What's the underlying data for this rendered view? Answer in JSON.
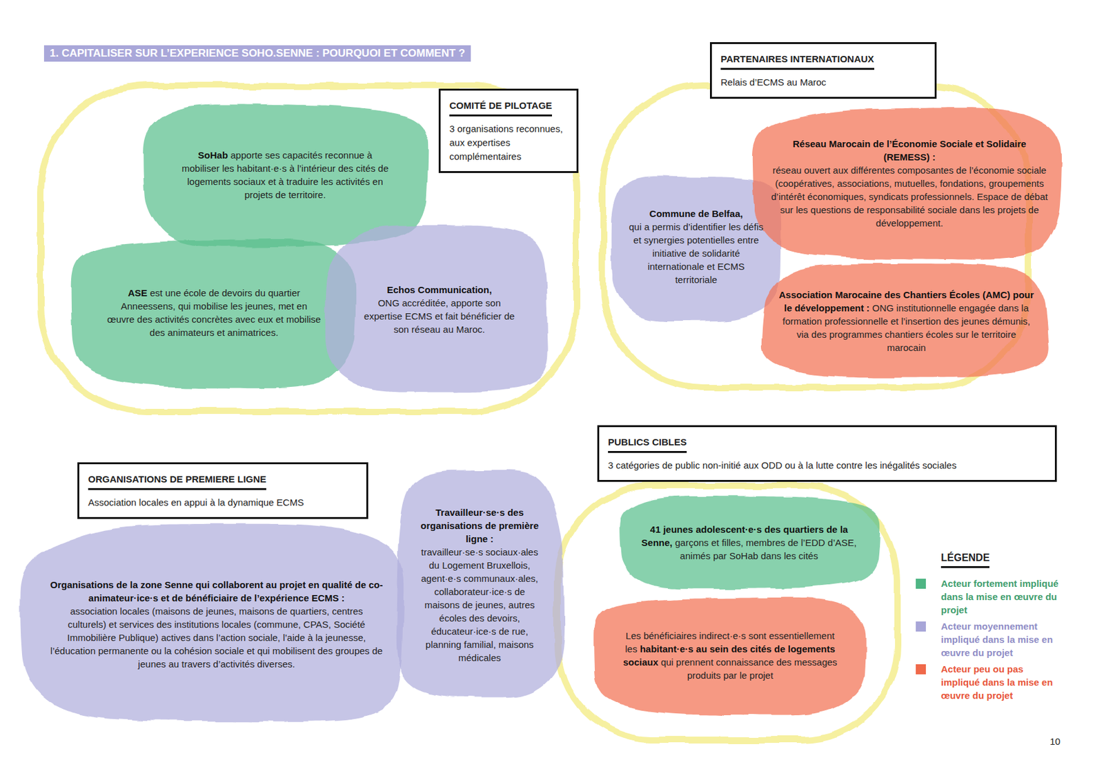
{
  "diagram": {
    "title": "1. CAPITALISER SUR L’EXPERIENCE SOHO.SENNE : POURQUOI ET COMMENT ?",
    "nodes": [
      {
        "text": [
          "COMITÉ DE PILOTAGE",
          "3 organisations reconnues, aux expertises complémentaires"
        ]
      },
      {
        "text": [
          "SoHab",
          "apporte ses capacités reconnue à mobiliser les habitant·e·s à l’intérieur des cités de logements sociaux et à traduire les activités en projets de territoire."
        ]
      },
      {
        "text": [
          "ASE",
          "est une école de devoirs du quartier Anneessens, qui mobilise les jeunes, met en œuvre des activités concrètes avec eux et mobilise des animateurs et animatrices."
        ]
      },
      {
        "text": [
          "Echos Communication,",
          "ONG accréditée, apporte son expertise ECMS et fait bénéficier de son réseau au Maroc."
        ]
      },
      {
        "text": [
          "PARTENAIRES INTERNATIONAUX",
          "Relais d’ECMS au Maroc"
        ]
      },
      {
        "text": [
          "Commune de Belfaa,",
          "qui a permis d’identifier les défis et synergies potentielles entre initiative de solidarité internationale et ECMS territoriale"
        ]
      },
      {
        "text": [
          "Réseau Marocain de l’Économie Sociale et Solidaire (REMESS) :",
          "réseau ouvert aux différentes composantes de l’économie sociale (coopératives, associations, mutuelles, fondations, groupements d’intérêt économiques, syndicats professionnels. Espace de débat sur les questions de responsabilité sociale dans les projets de développement."
        ]
      },
      {
        "text": [
          "Association Marocaine des Chantiers Écoles (AMC) pour le développement :",
          "ONG institutionnelle engagée dans la formation professionnelle et l’insertion des jeunes démunis, via des programmes chantiers écoles sur le territoire marocain"
        ]
      },
      {
        "text": [
          "PUBLICS CIBLES",
          "3 catégories de public non-initié aux ODD ou à la lutte contre les inégalités sociales"
        ]
      },
      {
        "text": [
          "ORGANISATIONS DE PREMIERE LIGNE",
          "Association locales en appui à la dynamique ECMS"
        ]
      },
      {
        "text": [
          "Organisations de la zone Senne qui collaborent au projet en qualité de co-animateur·ice·s et de bénéficiaire de l’expérience ECMS :",
          "association locales (maisons de jeunes, maisons de quartiers, centres culturels) et services des institutions locales (commune, CPAS, Société Immobilière Publique) actives dans l’action sociale, l’aide à la jeunesse, l’éducation permanente ou la cohésion sociale et qui mobilisent des groupes de jeunes au travers d’activités diverses."
        ]
      },
      {
        "text": [
          "Travailleur·se·s des organisations de première ligne :",
          "travailleur·se·s sociaux·ales du Logement Bruxellois, agent·e·s communaux·ales, collaborateur·ice·s de maisons de jeunes, autres écoles des devoirs, éducateur·ice·s de rue, planning familial, maisons médicales"
        ]
      },
      {
        "text": [
          "41 jeunes adolescent·e·s des quartiers de la Senne,",
          "garçons et filles, membres de l’EDD d’ASE, animés par SoHab dans les cités"
        ]
      },
      {
        "text": [
          "Les bénéficiaires indirect·e·s sont essentiellement les",
          "habitant·e·s au sein des cités de logements sociaux",
          "qui prennent connaissance des messages produits par le projet"
        ]
      }
    ],
    "labels": [
      "LÉGENDE",
      "10"
    ],
    "legend": [
      {
        "text": "Acteur fortement impliqué dans la mise en œuvre du projet",
        "color": "#4fb584"
      },
      {
        "text": "Acteur moyennement impliqué dans la mise en œuvre du projet",
        "color": "#a8a6d8"
      },
      {
        "text": "Acteur peu ou pas impliqué dans la mise en œuvre du projet",
        "color": "#f0694a"
      }
    ]
  }
}
